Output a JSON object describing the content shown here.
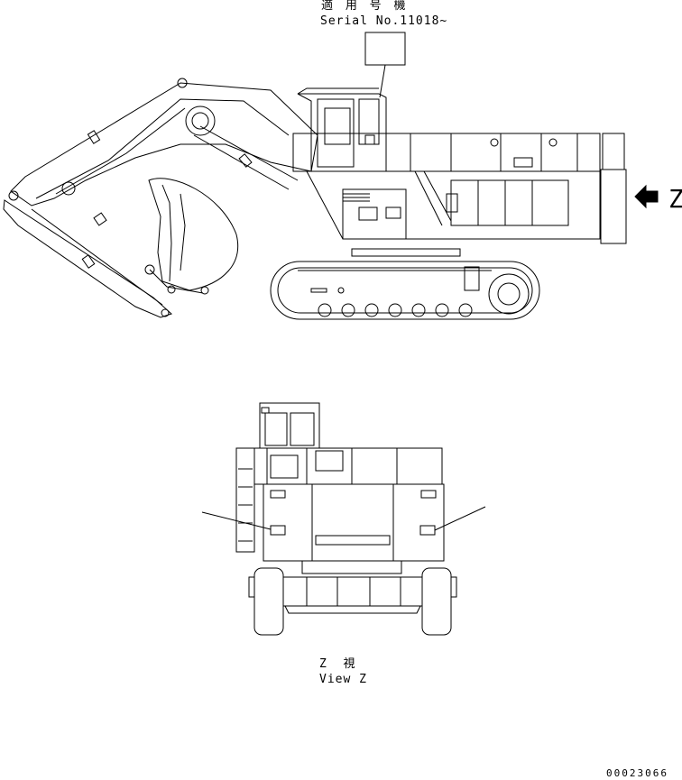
{
  "header": {
    "applicable_serial_jp": "適 用 号 機",
    "serial_text": "Serial No.11018~"
  },
  "side_view": {
    "arrow_label": "Z"
  },
  "rear_view": {
    "caption_jp": "Z  視",
    "caption_en": "View Z"
  },
  "drawing_number": "00023066"
}
